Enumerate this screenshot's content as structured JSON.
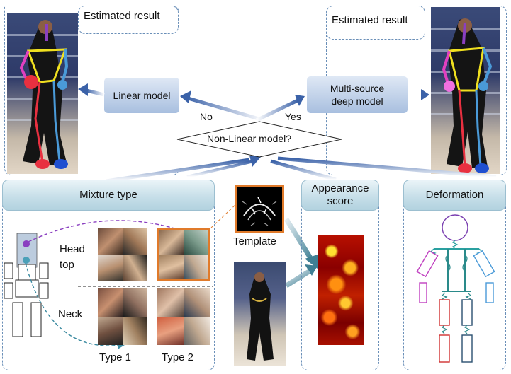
{
  "top": {
    "left_estimated_label": "Estimated result",
    "right_estimated_label": "Estimated result",
    "linear_model_label": "Linear model",
    "multi_source_label": "Multi-source deep model",
    "no_label": "No",
    "yes_label": "Yes",
    "decision_label": "Non-Linear model?"
  },
  "panels": {
    "mixture_type": {
      "title": "Mixture type",
      "head_top_label": "Head top",
      "neck_label": "Neck",
      "type1_label": "Type 1",
      "type2_label": "Type 2",
      "template_label": "Template"
    },
    "appearance": {
      "title": "Appearance score"
    },
    "deformation": {
      "title": "Deformation"
    }
  },
  "colors": {
    "arrow_blue": "#3b62a8",
    "template_border": "#e07a2a",
    "dashed_purple": "#8a3fc0",
    "dashed_teal": "#3a8aa0",
    "skeleton_pink": "#e040c0",
    "skeleton_yellow": "#f0e020",
    "skeleton_blue": "#4a9ad8",
    "skeleton_red": "#e83040"
  }
}
